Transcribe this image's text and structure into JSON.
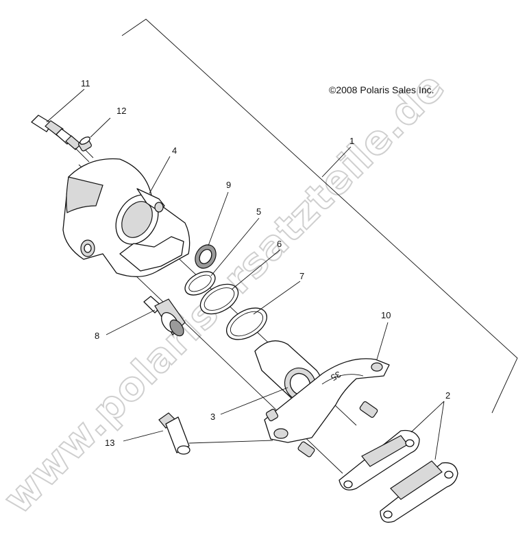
{
  "copyright": "©2008 Polaris Sales Inc.",
  "watermark": "www.polarisersatzteile.de",
  "callouts": [
    {
      "id": "1",
      "label": "1"
    },
    {
      "id": "2",
      "label": "2"
    },
    {
      "id": "3",
      "label": "3"
    },
    {
      "id": "4",
      "label": "4"
    },
    {
      "id": "5",
      "label": "5"
    },
    {
      "id": "6",
      "label": "6"
    },
    {
      "id": "7",
      "label": "7"
    },
    {
      "id": "8",
      "label": "8"
    },
    {
      "id": "9",
      "label": "9"
    },
    {
      "id": "10",
      "label": "10"
    },
    {
      "id": "11",
      "label": "11"
    },
    {
      "id": "12",
      "label": "12"
    },
    {
      "id": "13",
      "label": "13"
    }
  ],
  "bracket_stamp": "35"
}
